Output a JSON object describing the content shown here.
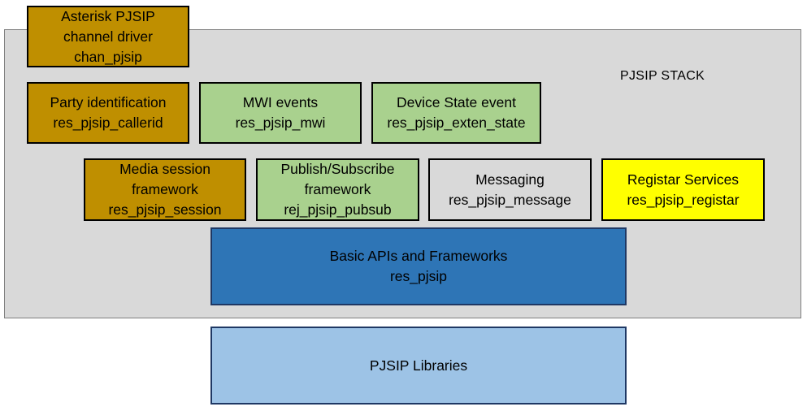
{
  "stack_label": "PJSIP STACK",
  "boxes": {
    "channel_driver": [
      "Asterisk PJSIP",
      "channel driver",
      "chan_pjsip"
    ],
    "party_identification": [
      "Party identification",
      "res_pjsip_callerid"
    ],
    "mwi_events": [
      "MWI events",
      "res_pjsip_mwi"
    ],
    "device_state": [
      "Device State event",
      "res_pjsip_exten_state"
    ],
    "media_session": [
      "Media session",
      "framework",
      "res_pjsip_session"
    ],
    "publish_subscribe": [
      "Publish/Subscribe",
      "framework",
      "rej_pjsip_pubsub"
    ],
    "messaging": [
      "Messaging",
      "res_pjsip_message"
    ],
    "registar": [
      "Registar Services",
      "res_pjsip_registar"
    ],
    "basic_apis": [
      "Basic APIs and Frameworks",
      "res_pjsip"
    ],
    "pjsip_libraries": [
      "PJSIP Libraries"
    ]
  },
  "colors": {
    "brown": "#bf8f00",
    "green": "#a9d18e",
    "grey": "#d9d9d9",
    "yellow": "#ffff00",
    "blue": "#2e75b6",
    "light_blue": "#9dc3e6"
  }
}
